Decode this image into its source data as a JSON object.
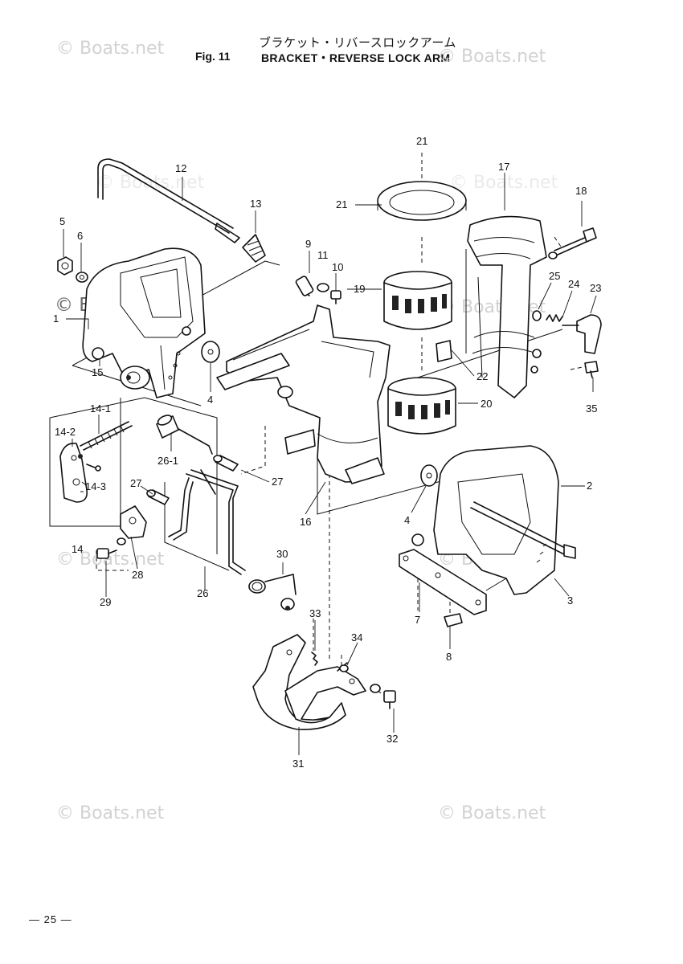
{
  "header": {
    "title_jp": "ブラケット・リバースロックアーム",
    "fig_number": "Fig. 11",
    "title_en": "BRACKET・REVERSE LOCK ARM"
  },
  "watermarks": [
    {
      "text": "© Boats.net",
      "style": "light"
    },
    {
      "text": "© Boats.net",
      "style": "light"
    },
    {
      "text": "© Boats.net",
      "style": "dark"
    },
    {
      "text": "© Boats.net",
      "style": "light"
    },
    {
      "text": "© Boats.net",
      "style": "light"
    },
    {
      "text": "© Boats.net",
      "style": "light"
    },
    {
      "text": "© Boats.net",
      "style": "light"
    },
    {
      "text": "© Boats.net",
      "style": "light"
    },
    {
      "text": "© Boats.net",
      "style": "light"
    },
    {
      "text": "© Boats.net",
      "style": "light"
    }
  ],
  "callouts": [
    "1",
    "2",
    "3",
    "4",
    "4",
    "5",
    "6",
    "7",
    "8",
    "9",
    "10",
    "11",
    "12",
    "13",
    "14",
    "14-1",
    "14-2",
    "14-3",
    "15",
    "16",
    "17",
    "18",
    "19",
    "20",
    "21",
    "21",
    "22",
    "23",
    "24",
    "25",
    "26",
    "26-1",
    "27",
    "27",
    "28",
    "29",
    "30",
    "31",
    "32",
    "33",
    "34",
    "35"
  ],
  "page_number": "— 25 —"
}
